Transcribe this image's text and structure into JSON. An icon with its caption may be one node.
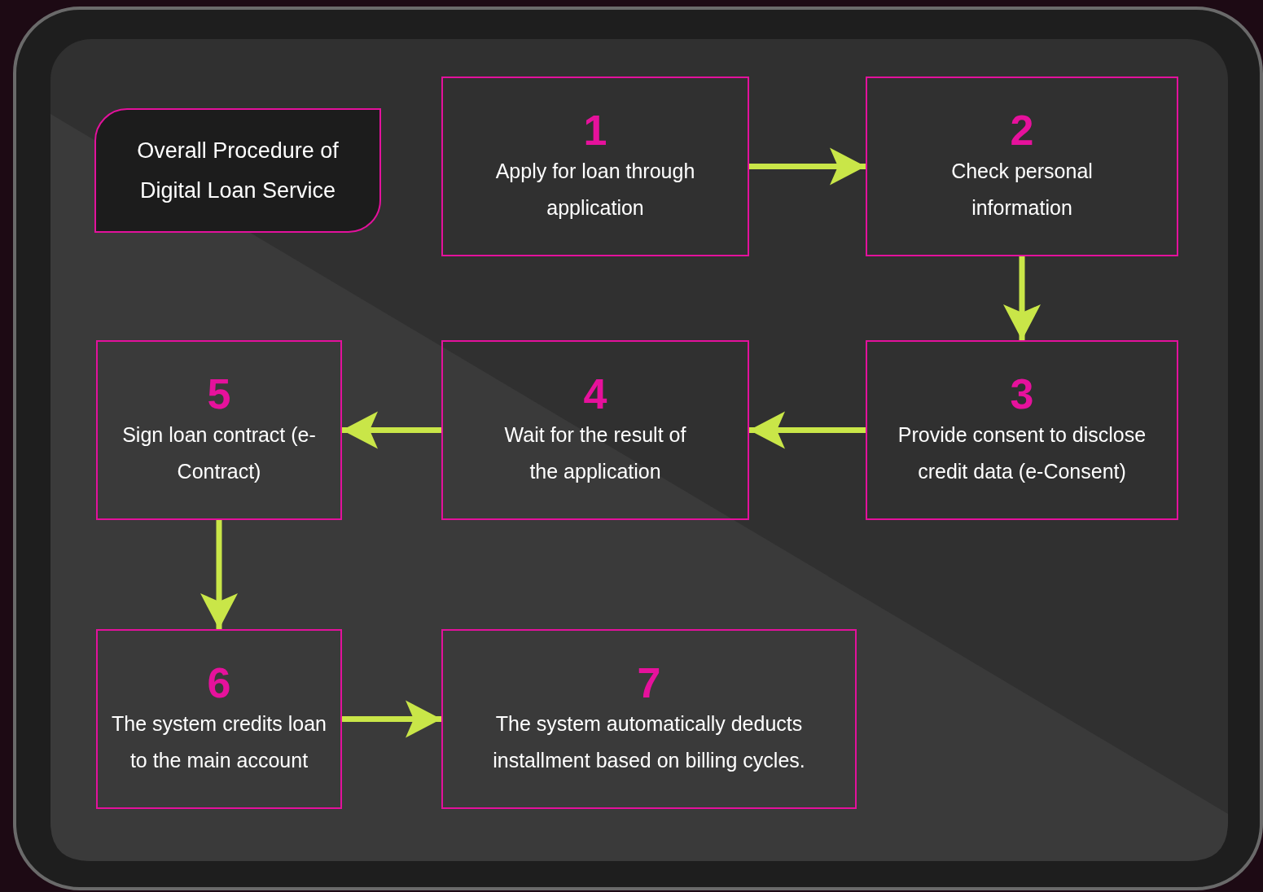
{
  "diagram": {
    "nodes": [
      {
        "text": [
          "Overall Procedure of Digital Loan Service"
        ]
      },
      {
        "text": [
          "1",
          "Apply for loan through application"
        ]
      },
      {
        "text": [
          "2",
          "Check personal information"
        ]
      },
      {
        "text": [
          "3",
          "Provide consent to disclose credit data (e-Consent)"
        ]
      },
      {
        "text": [
          "4",
          "Wait for the result of the application"
        ]
      },
      {
        "text": [
          "5",
          "Sign loan contract (e-Contract)"
        ]
      },
      {
        "text": [
          "6",
          "The system credits loan to the main account"
        ]
      },
      {
        "text": [
          "7",
          "The system automatically deducts installment based on billing cycles."
        ]
      }
    ],
    "edges": [
      {
        "from": 1,
        "to": 2,
        "arrow": "to"
      },
      {
        "from": 2,
        "to": 3,
        "arrow": "to"
      },
      {
        "from": 3,
        "to": 4,
        "arrow": "to"
      },
      {
        "from": 4,
        "to": 5,
        "arrow": "to"
      },
      {
        "from": 5,
        "to": 6,
        "arrow": "to"
      },
      {
        "from": 6,
        "to": 7,
        "arrow": "to"
      }
    ]
  }
}
